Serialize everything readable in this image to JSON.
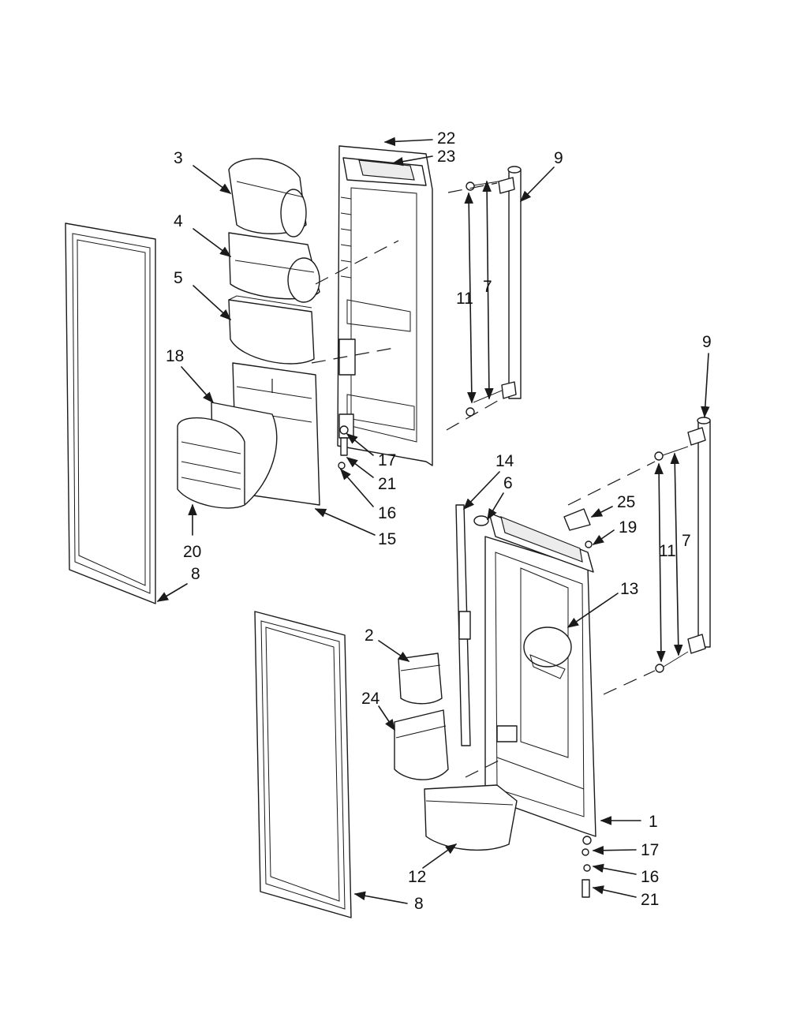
{
  "callouts": [
    "22",
    "23",
    "3",
    "9",
    "4",
    "5",
    "11",
    "7",
    "18",
    "17",
    "21",
    "16",
    "15",
    "20",
    "8",
    "9",
    "14",
    "6",
    "25",
    "19",
    "11",
    "7",
    "13",
    "2",
    "24",
    "1",
    "17",
    "16",
    "12",
    "21",
    "8"
  ]
}
